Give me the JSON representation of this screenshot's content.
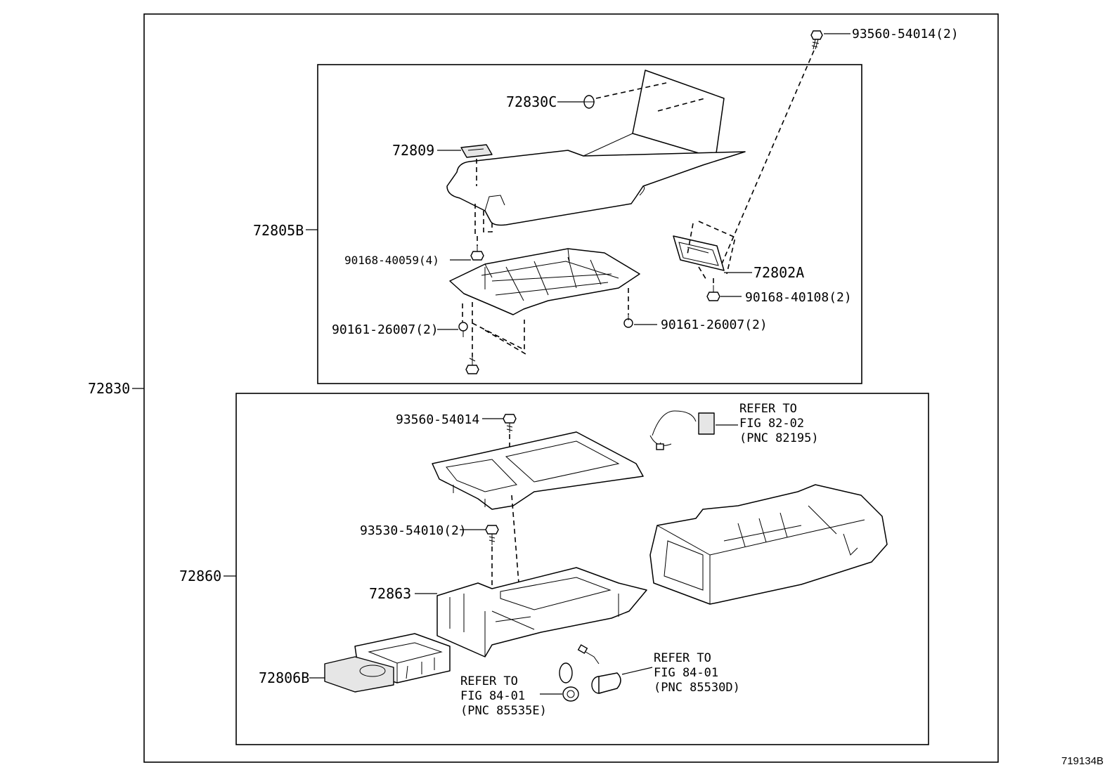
{
  "figure_id": "719134B",
  "labels": {
    "assy_72830": "72830",
    "lid_72805B": "72805B",
    "box_72860": "72860",
    "p_72830C": "72830C",
    "p_72809": "72809",
    "p_90168_40059": "90168-40059(4)",
    "p_90161_26007_left": "90161-26007(2)",
    "p_90161_26007_right": "90161-26007(2)",
    "p_93560_54014_2": "93560-54014(2)",
    "p_72802A": "72802A",
    "p_90168_40108": "90168-40108(2)",
    "p_93560_54014": "93560-54014",
    "p_93530_54010": "93530-54010(2)",
    "p_72863": "72863",
    "p_72806B": "72806B"
  },
  "references": {
    "wire": {
      "line1": "REFER TO",
      "line2": "FIG 82-02",
      "line3": "(PNC 82195)"
    },
    "cap": {
      "line1": "REFER TO",
      "line2": "FIG 84-01",
      "line3": "(PNC 85535E)"
    },
    "socket": {
      "line1": "REFER TO",
      "line2": "FIG 84-01",
      "line3": "(PNC 85530D)"
    }
  },
  "icons": [
    "screw-icon",
    "clip-icon",
    "wire-harness-icon",
    "socket-icon"
  ]
}
